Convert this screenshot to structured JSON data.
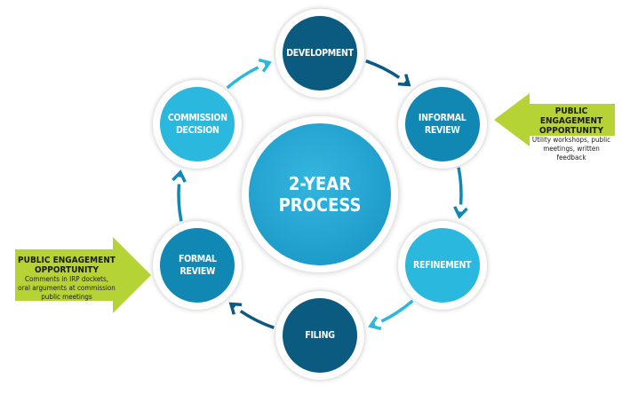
{
  "center": {
    "line1": "2-YEAR",
    "line2": "PROCESS"
  },
  "nodes": [
    {
      "label": "DEVELOPMENT",
      "color": "#0b5a80"
    },
    {
      "label": "INFORMAL REVIEW",
      "color": "#1187b3"
    },
    {
      "label": "REFINEMENT",
      "color": "#2ab8df"
    },
    {
      "label": "FILING",
      "color": "#0b5a80"
    },
    {
      "label": "FORMAL REVIEW",
      "color": "#1187b3"
    },
    {
      "label": "COMMISSION DECISION",
      "color": "#2ab8df"
    }
  ],
  "callouts": {
    "right": {
      "title": "PUBLIC ENGAGEMENT OPPORTUNITY",
      "text": "Utility workshops, public meetings, written feedback"
    },
    "left": {
      "title": "PUBLIC ENGAGEMENT OPPORTUNITY",
      "text": "Comments in IRP dockets, oral arguments at commission public meetings"
    },
    "color": "#b5d334"
  }
}
